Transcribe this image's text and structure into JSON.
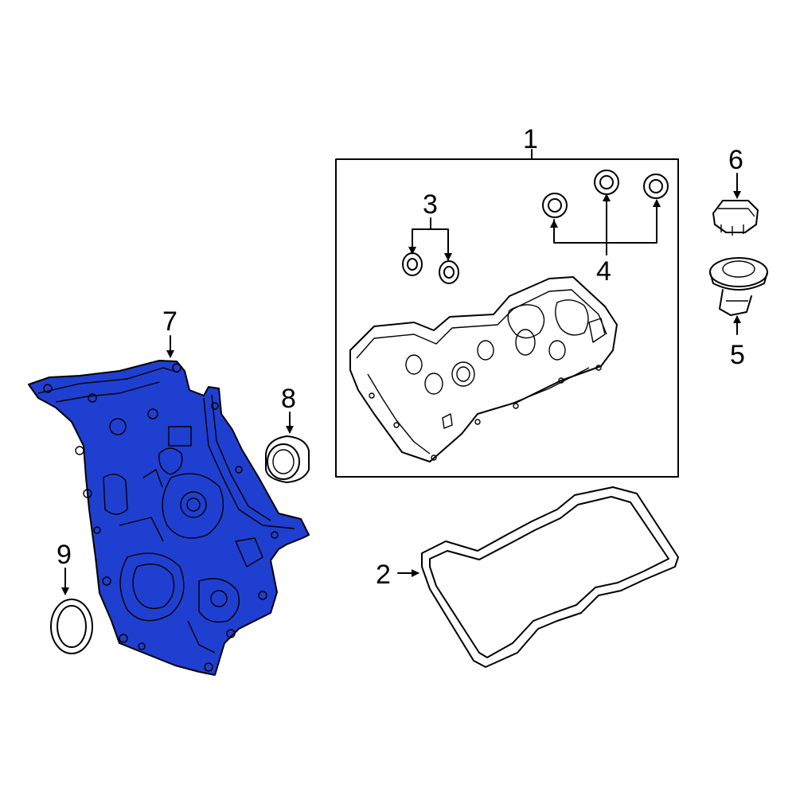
{
  "colors": {
    "highlight": "#1f3fd0",
    "ink": "#000000",
    "background": "#ffffff"
  },
  "callouts": {
    "c1": "1",
    "c2": "2",
    "c3": "3",
    "c4": "4",
    "c5": "5",
    "c6": "6",
    "c7": "7",
    "c8": "8",
    "c9": "9"
  }
}
